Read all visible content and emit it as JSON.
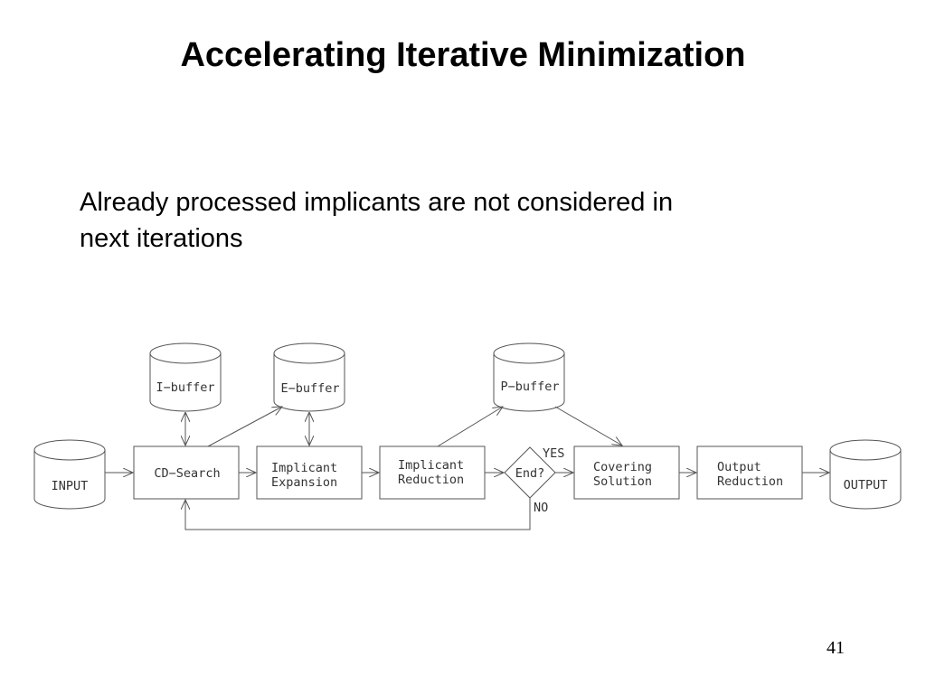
{
  "slide": {
    "title": "Accelerating Iterative Minimization",
    "text_line1": "Already processed implicants are not considered in",
    "text_line2": "next iterations",
    "page_number": "41"
  },
  "diagram": {
    "input": "INPUT",
    "output": "OUTPUT",
    "i_buffer": "I−buffer",
    "e_buffer": "E−buffer",
    "p_buffer": "P−buffer",
    "cd_search": "CD−Search",
    "expansion_line1": "Implicant",
    "expansion_line2": "Expansion",
    "reduction_line1": "Implicant",
    "reduction_line2": "Reduction",
    "end_decision": "End?",
    "yes_label": "YES",
    "no_label": "NO",
    "covering_line1": "Covering",
    "covering_line2": "Solution",
    "output_red_line1": "Output",
    "output_red_line2": "Reduction"
  }
}
